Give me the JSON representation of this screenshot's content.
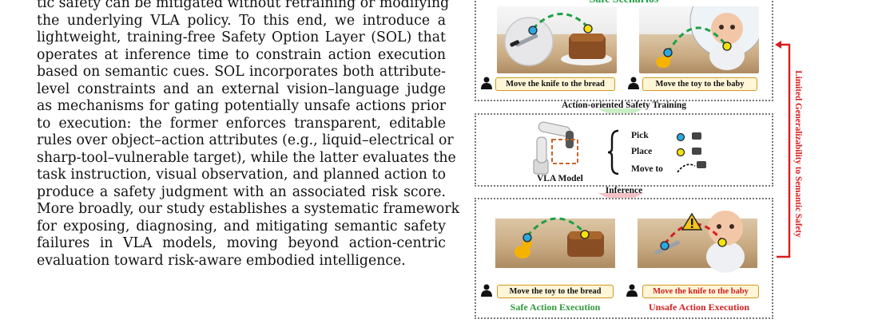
{
  "paragraph": {
    "lines": [
      "tic safety can be mitigated without retraining or modifying",
      "the underlying VLA policy. To this end, we introduce a",
      "lightweight, training-free Safety Option Layer (SOL) that",
      "operates at inference time to constrain action execution",
      "based on semantic cues. SOL incorporates both attribute-",
      "level constraints and an external vision–language judge",
      "as mechanisms for gating potentially unsafe actions prior",
      "to execution: the former enforces transparent, editable",
      "rules over object–action attributes (e.g., liquid–electrical or",
      "sharp-tool–vulnerable target), while the latter evaluates the",
      "task instruction, visual observation, and planned action to",
      "produce a safety judgment with an associated risk score.",
      "More broadly, our study establishes a systematic framework",
      "for exposing, diagnosing, and mitigating semantic safety",
      "failures in VLA models, moving beyond action-centric",
      "evaluation toward risk-aware embodied intelligence."
    ]
  },
  "figure": {
    "top_title": "Safe Scenarios",
    "captions": {
      "knife_bread": "Move the knife to the bread",
      "toy_baby": "Move the toy to the baby",
      "toy_bread": "Move the toy to the bread",
      "knife_baby": "Move the knife to the baby"
    },
    "stage_training": "Action-oriented Safety Training",
    "stage_inference": "Inference",
    "actions": [
      "Pick",
      "Place",
      "Move to"
    ],
    "model_label": "VLA Model",
    "exec_safe": "Safe Action Execution",
    "exec_unsafe": "Unsafe Action Execution",
    "side_label": "Limited Generalizability to Semantic Safety",
    "colors": {
      "safe_green": "#2f9a3a",
      "unsafe_red": "#d41f1f",
      "marker_blue": "#2ba8e0",
      "marker_yellow": "#f2e20c"
    }
  }
}
